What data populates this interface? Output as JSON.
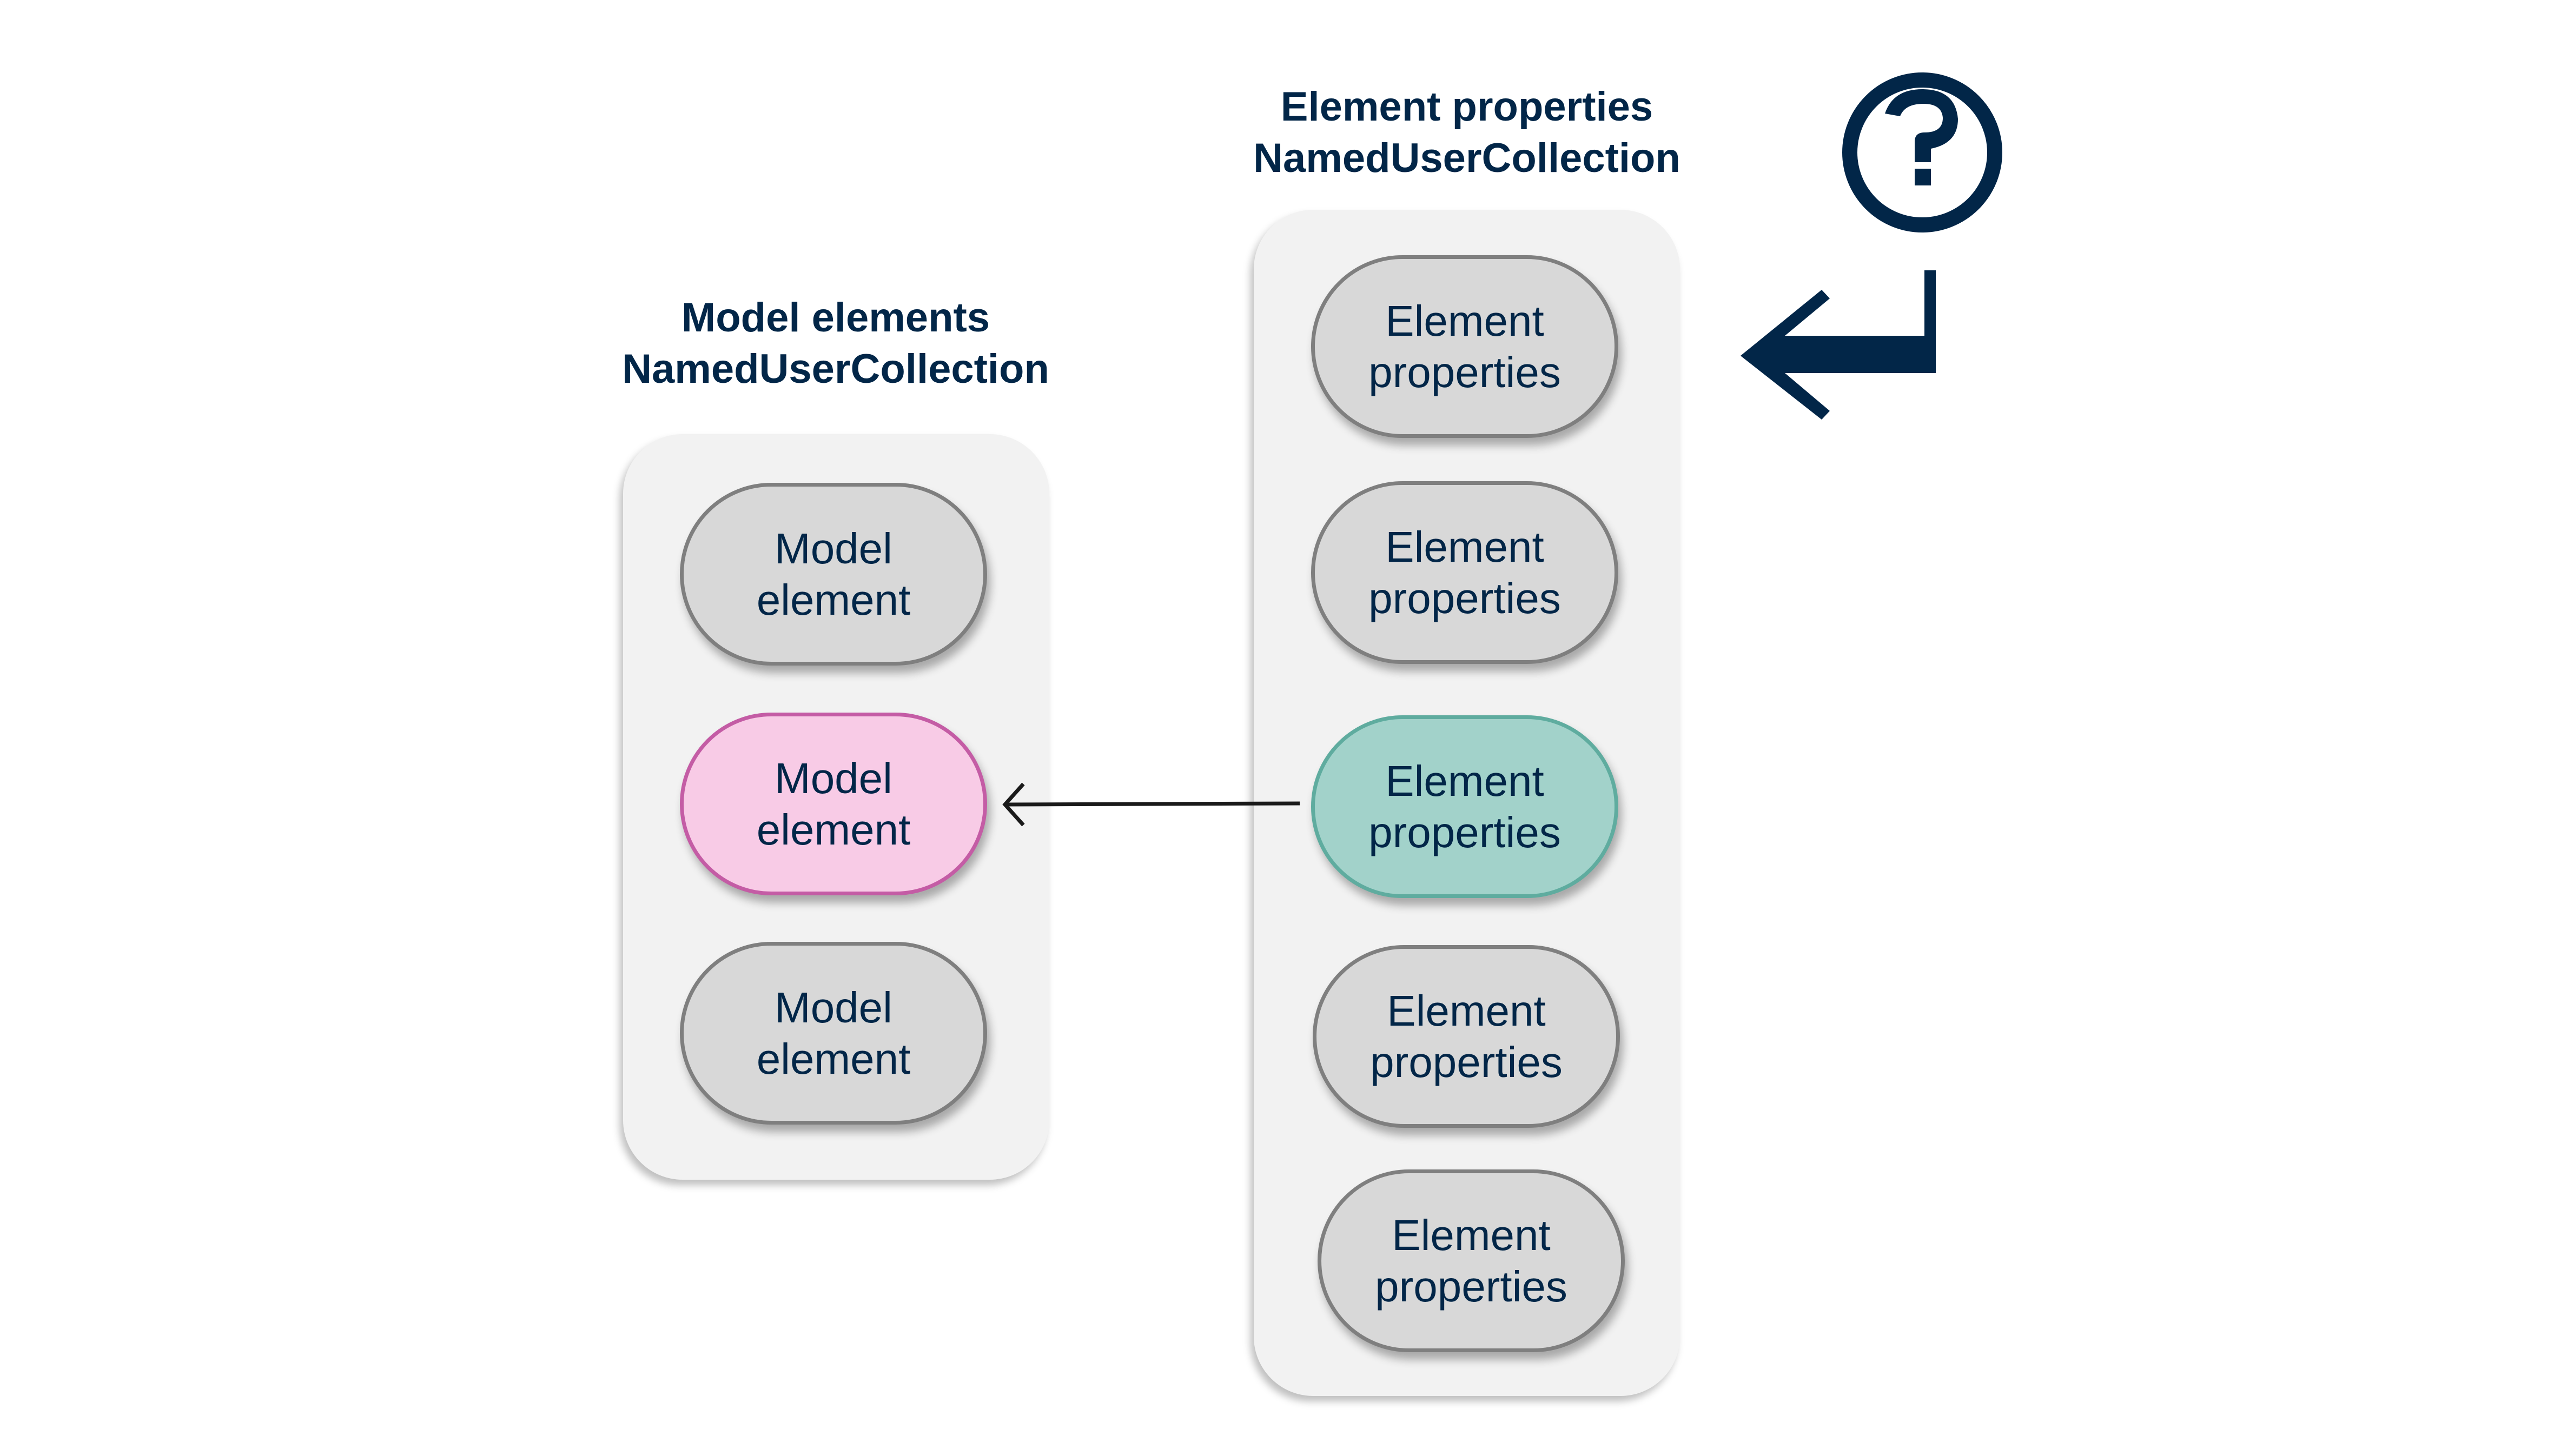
{
  "left_group": {
    "title_line1": "Model elements",
    "title_line2": "NamedUserCollection",
    "items": [
      {
        "line1": "Model",
        "line2": "element",
        "state": "default"
      },
      {
        "line1": "Model",
        "line2": "element",
        "state": "highlighted-target"
      },
      {
        "line1": "Model",
        "line2": "element",
        "state": "default"
      }
    ]
  },
  "right_group": {
    "title_line1": "Element properties",
    "title_line2": "NamedUserCollection",
    "items": [
      {
        "line1": "Element",
        "line2": "properties",
        "state": "default"
      },
      {
        "line1": "Element",
        "line2": "properties",
        "state": "default"
      },
      {
        "line1": "Element",
        "line2": "properties",
        "state": "highlighted-source"
      },
      {
        "line1": "Element",
        "line2": "properties",
        "state": "default"
      },
      {
        "line1": "Element",
        "line2": "properties",
        "state": "default"
      }
    ]
  },
  "connector": {
    "from": "right_group.items.2",
    "to": "left_group.items.1",
    "style": "arrow"
  },
  "icons": {
    "help": "question-circle-icon",
    "return": "return-arrow-icon"
  },
  "colors": {
    "text": "#022648",
    "panel_bg": "#f2f2f2",
    "pill_default_fill": "#d8d8d8",
    "pill_default_border": "#7f7f7f",
    "pill_pink_fill": "#f8cbe6",
    "pill_pink_border": "#c45ca5",
    "pill_teal_fill": "#a2d2ca",
    "pill_teal_border": "#5fac9f",
    "arrow": "#1a1a1a"
  }
}
